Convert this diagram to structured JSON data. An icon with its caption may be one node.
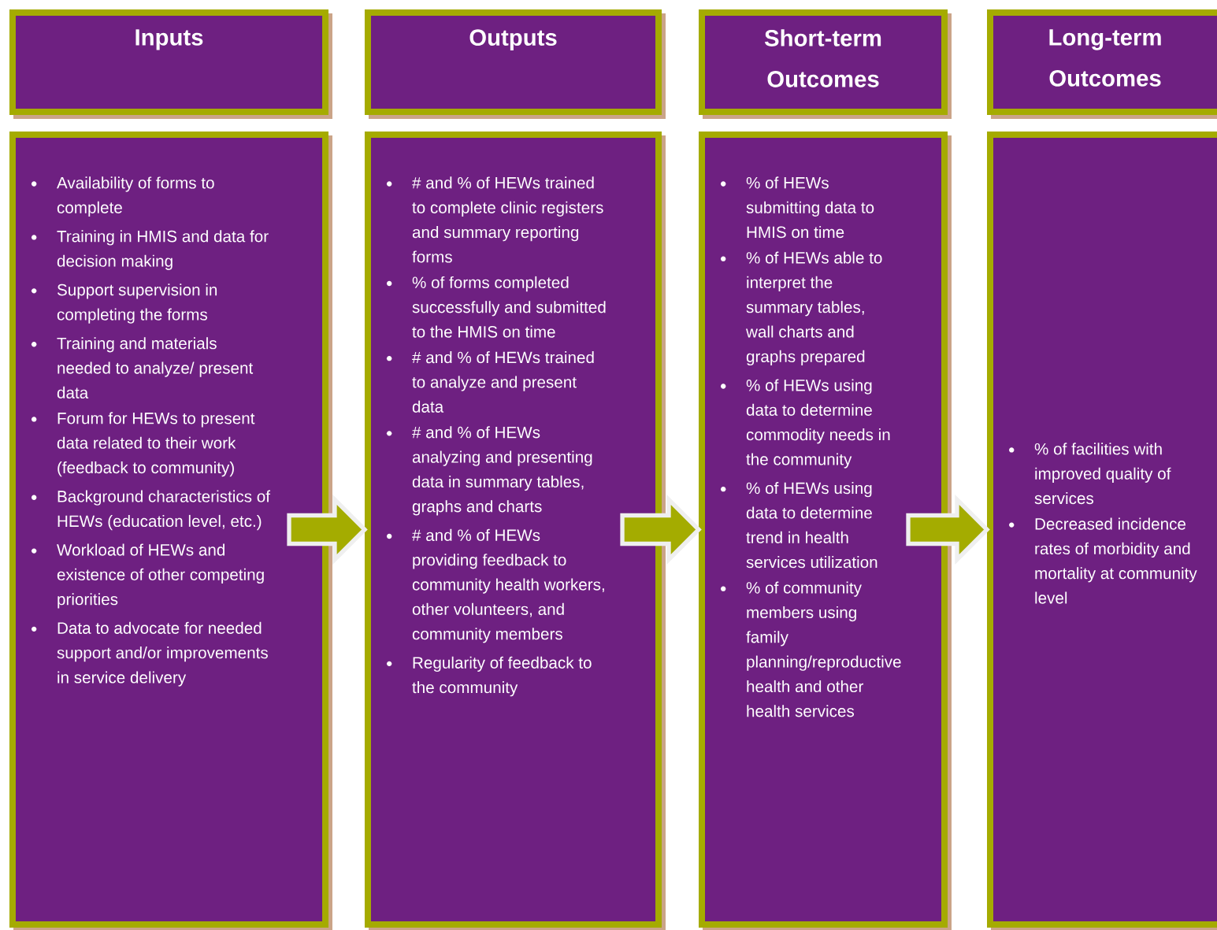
{
  "diagram": {
    "nodes": [
      {
        "text": [
          "Inputs"
        ]
      },
      {
        "text": [
          "Outputs"
        ]
      },
      {
        "text": [
          "Short-term Outcomes"
        ]
      },
      {
        "text": [
          "Long-term Outcomes"
        ]
      },
      {
        "text": [
          "Availability of forms  to complete",
          "Training in HMIS and data for decision making",
          "Support supervision in completing the forms",
          "Training and  materials needed to analyze/ present data",
          "Forum for HEWs to present data related to their work (feedback to community)",
          "Background characteristics of HEWs (education level, etc.)",
          "Workload of HEWs and existence of other competing priorities",
          "Data to advocate for needed support and/or improvements in service delivery"
        ]
      },
      {
        "text": [
          "# and % of HEWs trained to complete clinic registers and summary reporting forms",
          "% of forms completed successfully and submitted to the HMIS on time",
          "# and % of HEWs trained to  analyze and present data",
          "# and % of HEWs analyzing and presenting data in summary tables, graphs and charts",
          "# and % of HEWs providing feedback to community health workers,  other volunteers, and community members",
          "Regularity of feedback to the community"
        ]
      },
      {
        "text": [
          "% of HEWs submitting data to HMIS on time",
          "% of HEWs able to interpret the summary tables, wall charts and graphs prepared",
          "% of HEWs using data to determine commodity needs in the community",
          "% of HEWs using data to determine trend in health services utilization",
          "% of community members using family planning/reproductive health  and other health services"
        ]
      },
      {
        "text": [
          "% of facilities with improved quality of services",
          "Decreased incidence rates of morbidity and mortality at community level"
        ]
      }
    ],
    "edges": [
      {
        "from": 4,
        "to": 5,
        "arrow": "to"
      },
      {
        "from": 5,
        "to": 6,
        "arrow": "to"
      },
      {
        "from": 6,
        "to": 7,
        "arrow": "to"
      }
    ]
  }
}
